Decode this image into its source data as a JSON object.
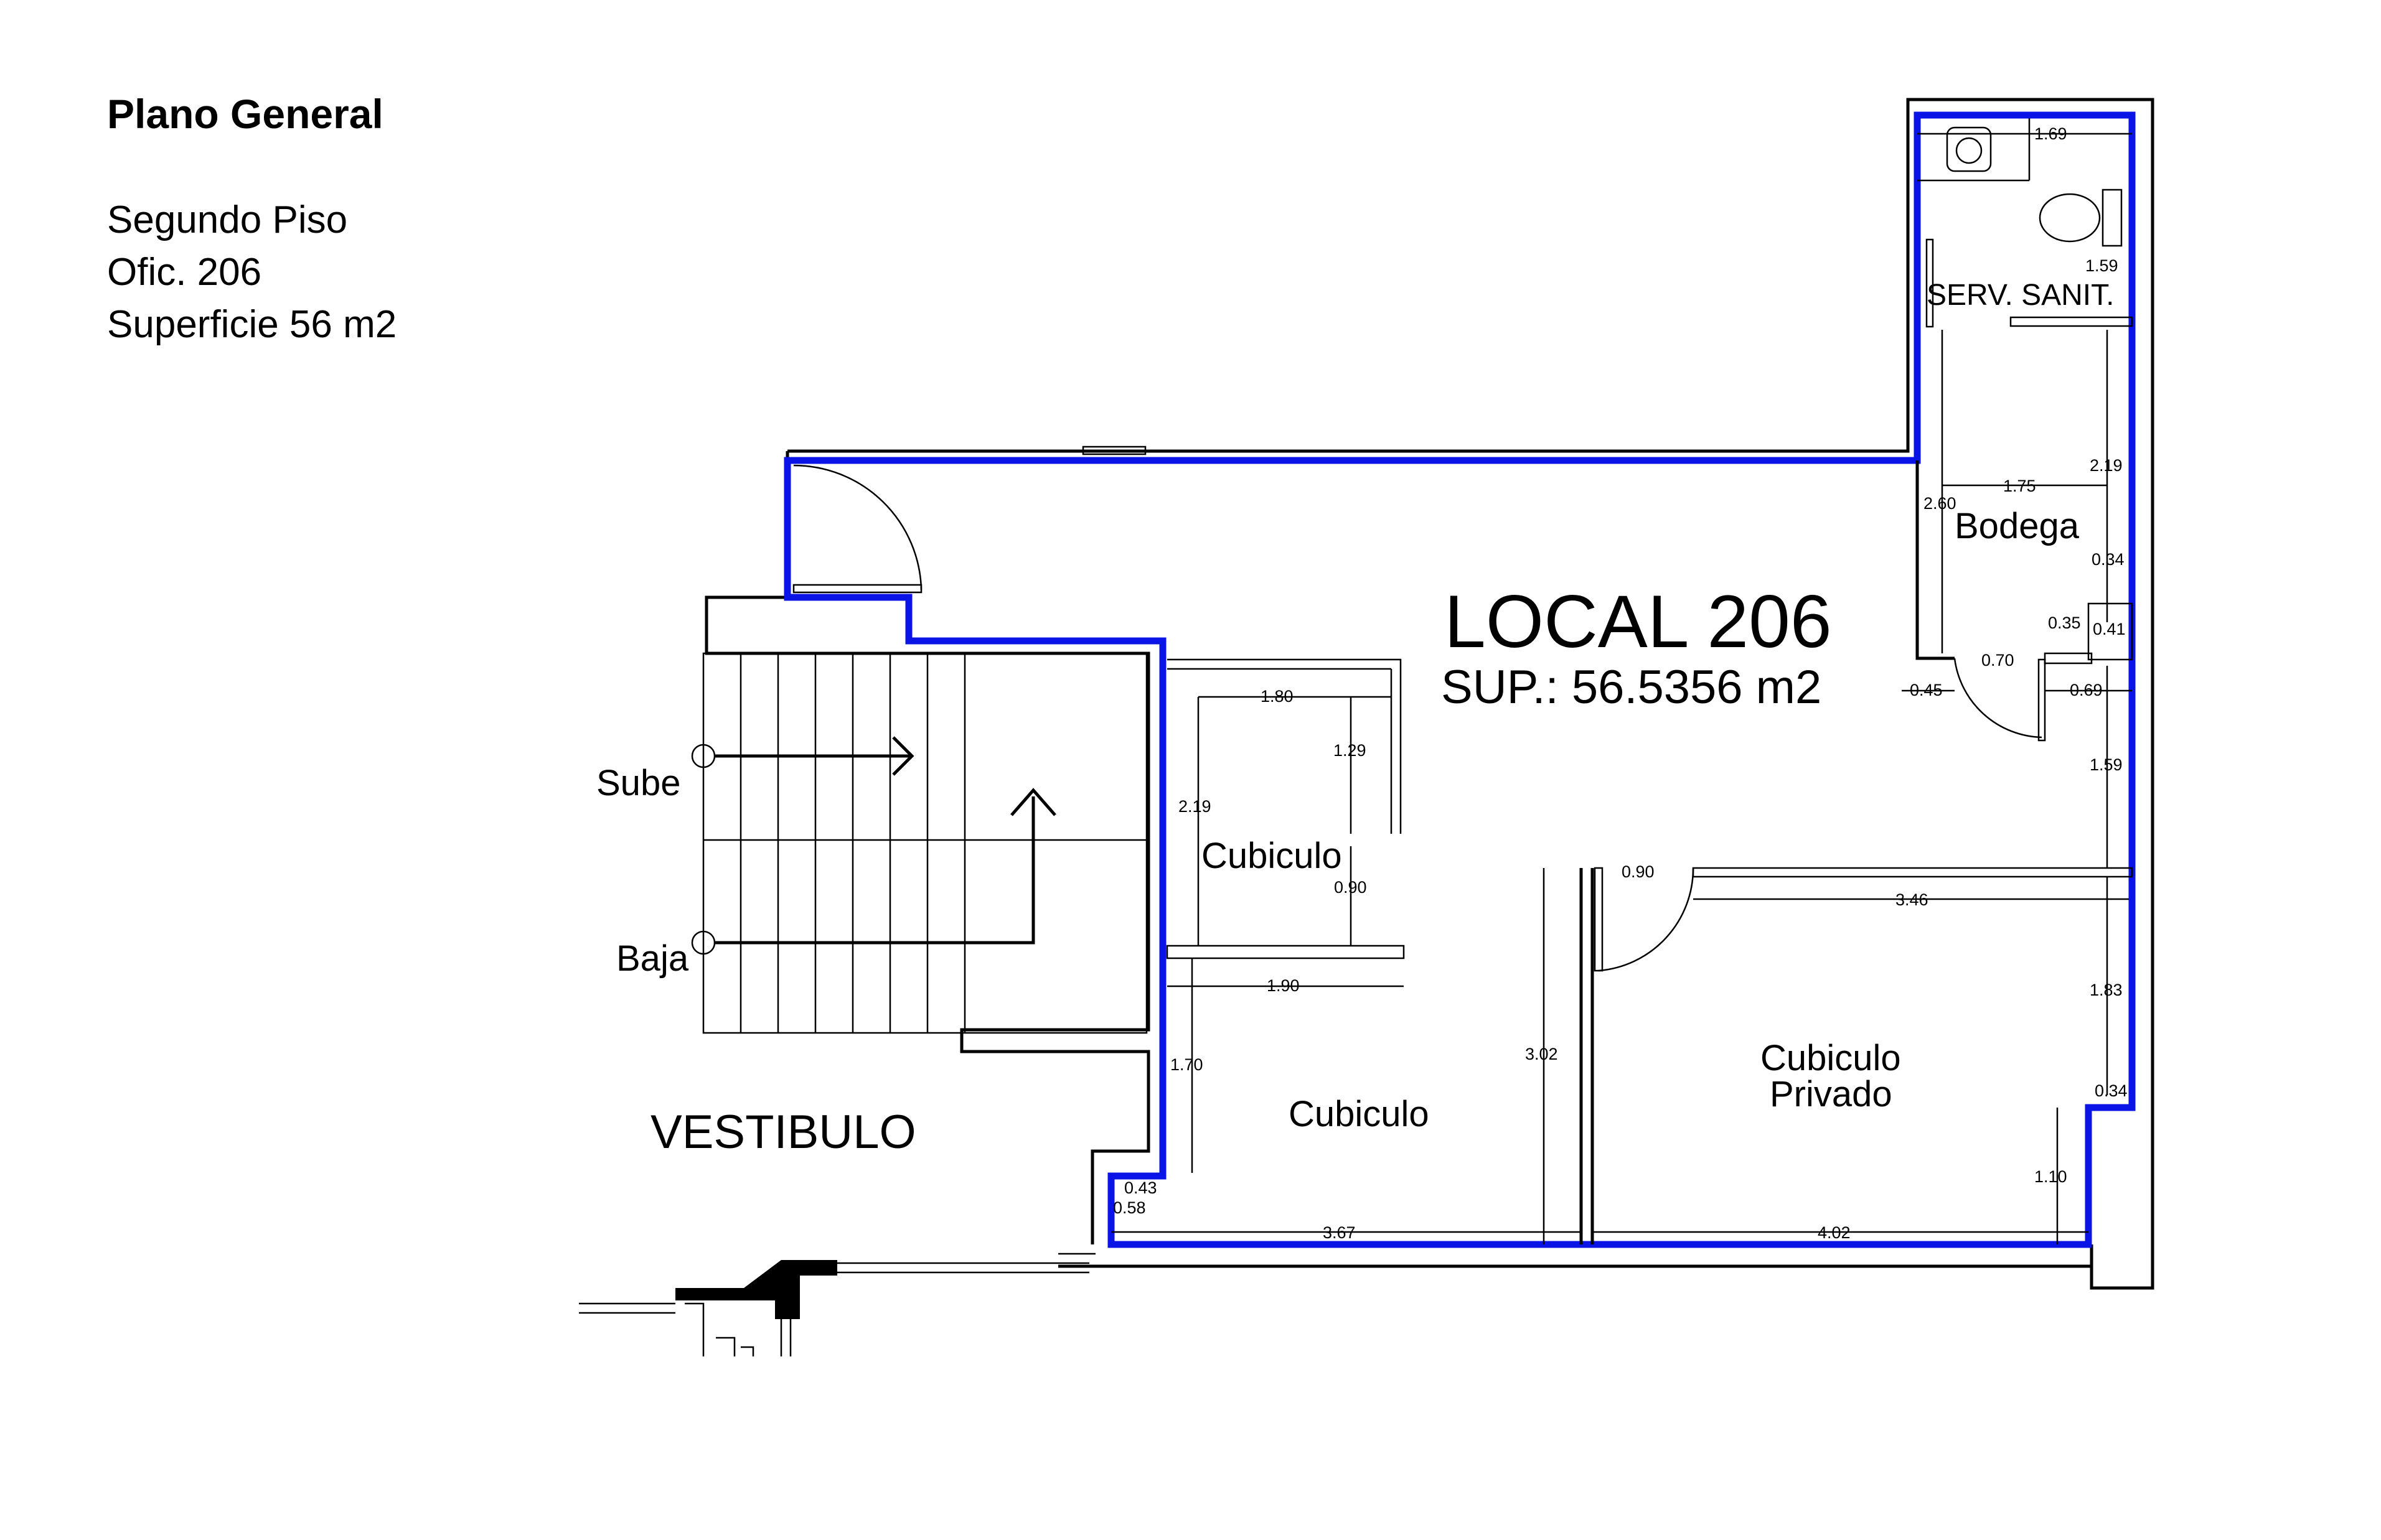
{
  "header": {
    "title": "Plano General",
    "floor": "Segundo Piso",
    "office": "Ofic. 206",
    "surface": "Superficie 56 m2"
  },
  "plan": {
    "unit_title": "LOCAL 206",
    "unit_area": "SUP.: 56.5356 m2",
    "rooms": {
      "serv_sanit": "SERV. SANIT.",
      "bodega": "Bodega",
      "cubiculo_upper": "Cubiculo",
      "cubiculo_lower": "Cubiculo",
      "cubiculo_privado_1": "Cubiculo",
      "cubiculo_privado_2": "Privado",
      "vestibulo": "VESTIBULO",
      "sube": "Sube",
      "baja": "Baja"
    },
    "dimensions": {
      "d169": "1.69",
      "d159a": "1.59",
      "d175": "1.75",
      "d219a": "2.19",
      "d260": "2.60",
      "d034a": "0.34",
      "d035": "0.35",
      "d041": "0.41",
      "d070": "0.70",
      "d045": "0.45",
      "d069": "0.69",
      "d159b": "1.59",
      "d180": "1.80",
      "d129": "1.29",
      "d219b": "2.19",
      "d090a": "0.90",
      "d090b": "0.90",
      "d346": "3.46",
      "d190": "1.90",
      "d302": "3.02",
      "d183": "1.83",
      "d170": "1.70",
      "d034b": "0.34",
      "d110": "1.10",
      "d043": "0.43",
      "d058": "0.58",
      "d367": "3.67",
      "d402": "4.02"
    }
  },
  "colors": {
    "outline": "#0a14e6",
    "walls": "#000000",
    "background": "#ffffff"
  }
}
